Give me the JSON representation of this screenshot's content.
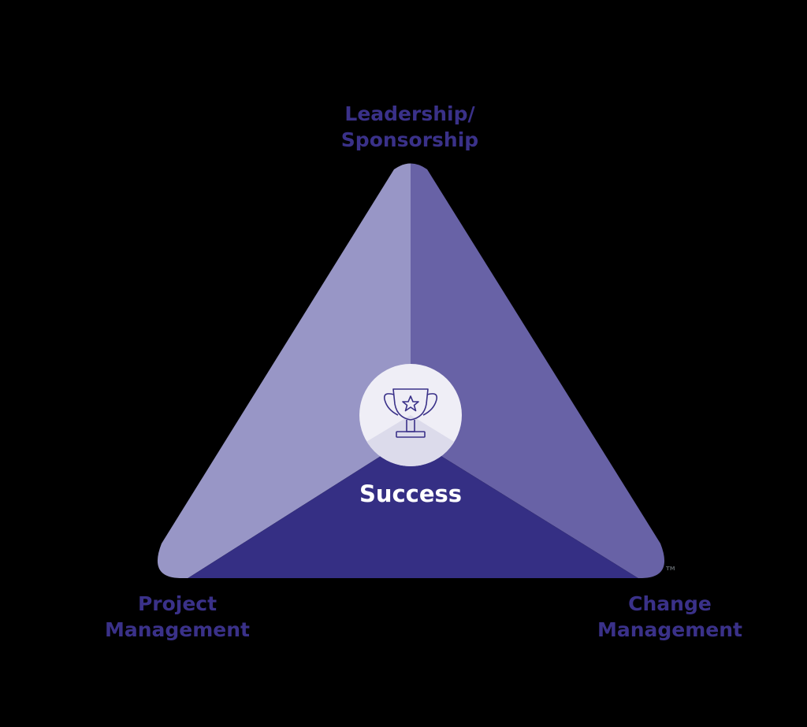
{
  "diagram": {
    "type": "triangle",
    "vertices": [
      {
        "label_line1": "Leadership/",
        "label_line2": "Sponsorship",
        "position": "top"
      },
      {
        "label_line1": "Project",
        "label_line2": "Management",
        "position": "bottom-left"
      },
      {
        "label_line1": "Change",
        "label_line2": "Management",
        "position": "bottom-right"
      }
    ],
    "center": {
      "label": "Success",
      "icon": "trophy-icon"
    },
    "trademark": "TM",
    "colors": {
      "label": "#3a3189",
      "left_face": "#9896c6",
      "right_face": "#6862a6",
      "bottom_face": "#352f84",
      "circle_fill": "#efeef6",
      "circle_lower": "#dcdbeb",
      "icon_stroke": "#3a3189",
      "background": "#000000"
    }
  }
}
